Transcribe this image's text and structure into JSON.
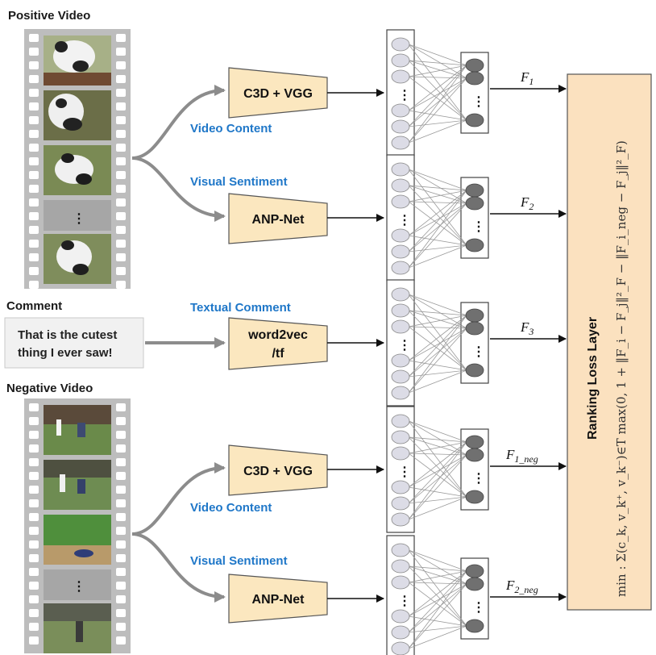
{
  "positive_video": {
    "title": "Positive Video"
  },
  "comment": {
    "title": "Comment",
    "text_line1": "That is the cutest",
    "text_line2": "thing I ever saw!"
  },
  "negative_video": {
    "title": "Negative Video"
  },
  "branches": {
    "video_content_label": "Video Content",
    "visual_sentiment_label": "Visual Sentiment",
    "textual_comment_label": "Textual Comment"
  },
  "boxes": {
    "c3d_vgg": "C3D + VGG",
    "anp_net": "ANP-Net",
    "word2vec_line1": "word2vec",
    "word2vec_line2": "/tf"
  },
  "outputs": {
    "f1": "F",
    "f1_sub": "1",
    "f2": "F",
    "f2_sub": "2",
    "f3": "F",
    "f3_sub": "3",
    "f1neg": "F",
    "f1neg_sub": "1_neg",
    "f2neg": "F",
    "f2neg_sub": "2_neg"
  },
  "ranking": {
    "title": "Ranking Loss Layer",
    "formula": "min :  Σ(c_k, v_k⁺, v_k⁻)∈T  max(0, 1 + ‖F_i − F_j‖²_F − ‖F_i_neg − F_j‖²_F)"
  },
  "ellipsis": "⋮",
  "colors": {
    "box_fill": "#fbe7bf",
    "box_stroke": "#555555",
    "blue_text": "#1f77c8",
    "ranking_fill": "#fbe1bf",
    "film_gray": "#bdbdbd",
    "arrow_gray": "#8c8c8c"
  }
}
